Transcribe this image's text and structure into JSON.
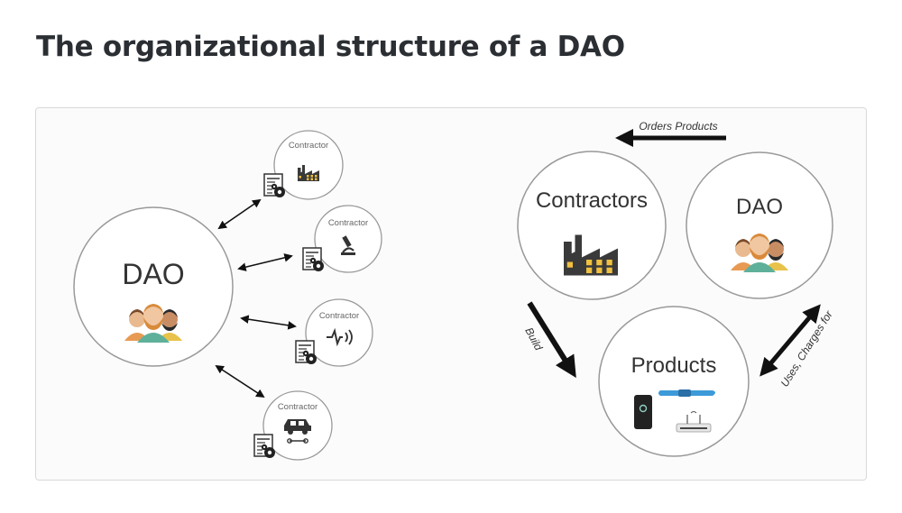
{
  "title": "The organizational structure of a DAO",
  "left_diagram": {
    "center_label": "DAO",
    "contractors": [
      {
        "label": "Contractor",
        "icon": "factory-icon"
      },
      {
        "label": "Contractor",
        "icon": "microscope-icon"
      },
      {
        "label": "Contractor",
        "icon": "signal-icon"
      },
      {
        "label": "Contractor",
        "icon": "car-icon"
      }
    ],
    "contract_icon": "contract-gear-icon"
  },
  "right_diagram": {
    "contractors_label": "Contractors",
    "dao_label": "DAO",
    "products_label": "Products",
    "orders_arrow_label": "Orders Products",
    "build_arrow_label": "Build",
    "uses_arrow_label": "Uses, Charges for"
  },
  "colors": {
    "title": "#2b2f33",
    "circle_stroke": "#999999",
    "arrow": "#111111",
    "skin": "#e9b98f",
    "beard_orange": "#d98a3a",
    "shirt_green": "#5fb09a",
    "shirt_orange": "#e89a53",
    "factory_dark": "#3a3a3a",
    "window_yellow": "#f0c040",
    "fitbit_blue": "#3d9ad8"
  }
}
